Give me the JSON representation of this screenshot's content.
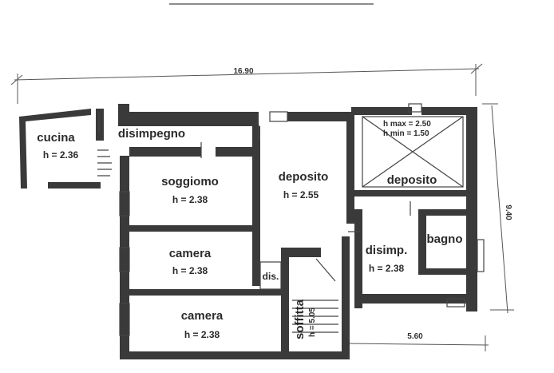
{
  "colors": {
    "wall": "#3a3a3a",
    "ink": "#2b2b2b",
    "background": "#ffffff"
  },
  "dimensions": {
    "overall_width": "16.90",
    "right_depth": "9.40",
    "lower_right_width": "5.60"
  },
  "rooms": {
    "cucina": {
      "name": "cucina",
      "height": "h = 2.36"
    },
    "disimpegno": {
      "name": "disimpegno"
    },
    "soggiorno": {
      "name": "soggiomo",
      "height": "h = 2.38"
    },
    "camera_upper": {
      "name": "camera",
      "height": "h = 2.38"
    },
    "camera_lower": {
      "name": "camera",
      "height": "h = 2.38"
    },
    "deposito_center": {
      "name": "deposito",
      "height": "h = 2.55"
    },
    "deposito_right": {
      "name": "deposito",
      "height_max": "h max = 2.50",
      "height_min": "h min = 1.50"
    },
    "disimp": {
      "name": "disimp.",
      "height": "h = 2.38"
    },
    "bagno": {
      "name": "bagno"
    },
    "dis": {
      "name": "dis."
    },
    "soffitta": {
      "name": "soffitta",
      "height": "h = 5.05"
    }
  }
}
